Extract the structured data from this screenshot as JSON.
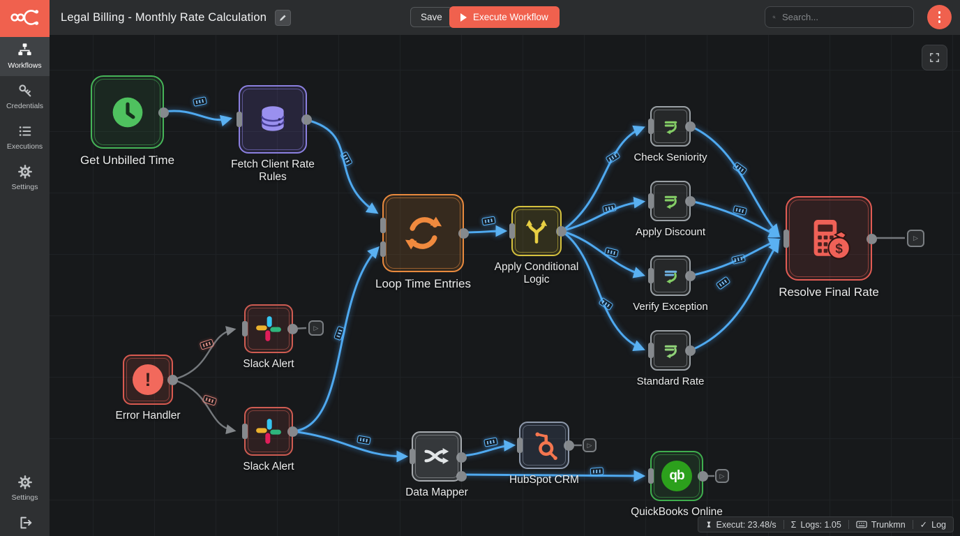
{
  "topbar": {
    "title": "Legal Billing - Monthly Rate Calculation",
    "save_label": "Save",
    "execute_label": "Execute Workflow",
    "search_placeholder": "Search...",
    "icons": [
      "n8n-logo",
      "pencil-icon",
      "play-icon",
      "search-icon",
      "kebab-menu-icon"
    ],
    "accent_color": "#f0614e"
  },
  "sidebar": {
    "items": [
      {
        "label": "Workflows",
        "icon": "workflow-icon",
        "active": true
      },
      {
        "label": "Credentials",
        "icon": "key-icon",
        "active": false
      },
      {
        "label": "Executions",
        "icon": "list-icon",
        "active": false
      },
      {
        "label": "Settings",
        "icon": "gear-icon",
        "active": false
      }
    ],
    "bottom": {
      "settings_label": "Settings",
      "settings_icon": "gear-icon",
      "logout_icon": "logout-icon"
    }
  },
  "canvas": {
    "fit_view_icon": "fit-view-icon",
    "nodes": [
      {
        "name": "get-unbilled-time",
        "label": "Get Unbilled Time",
        "icon": "clock-icon",
        "accent": "#46b558"
      },
      {
        "name": "fetch-client-rate-rules",
        "label": "Fetch Client Rate Rules",
        "icon": "database-icon",
        "accent": "#8b80e0"
      },
      {
        "name": "loop-time-entries",
        "label": "Loop Time Entries",
        "icon": "loop-icon",
        "accent": "#e98a3e"
      },
      {
        "name": "apply-conditional-logic",
        "label": "Apply Conditional Logic",
        "icon": "branch-icon",
        "accent": "#d6c23e"
      },
      {
        "name": "check-seniority",
        "label": "Check Seniority",
        "icon": "function-icon",
        "accent": "#9aa0a5"
      },
      {
        "name": "apply-discount",
        "label": "Apply Discount",
        "icon": "function-icon",
        "accent": "#9aa0a5"
      },
      {
        "name": "verify-exception",
        "label": "Verify Exception",
        "icon": "function-icon",
        "accent": "#9aa0a5"
      },
      {
        "name": "standard-rate",
        "label": "Standard Rate",
        "icon": "function-icon",
        "accent": "#9aa0a5"
      },
      {
        "name": "resolve-final-rate",
        "label": "Resolve Final Rate",
        "icon": "calculator-money-icon",
        "accent": "#e25c54"
      },
      {
        "name": "error-handler",
        "label": "Error Handler",
        "icon": "error-icon",
        "accent": "#d95a50"
      },
      {
        "name": "slack-alert-1",
        "label": "Slack Alert",
        "icon": "slack-icon",
        "accent": "#cf5c52"
      },
      {
        "name": "slack-alert-2",
        "label": "Slack Alert",
        "icon": "slack-icon",
        "accent": "#cf5c52"
      },
      {
        "name": "data-mapper",
        "label": "Data Mapper",
        "icon": "shuffle-icon",
        "accent": "#a7abaf"
      },
      {
        "name": "hubspot-crm",
        "label": "HubSpot CRM",
        "icon": "hubspot-icon",
        "accent": "#8e99ab"
      },
      {
        "name": "quickbooks-online",
        "label": "QuickBooks Online",
        "icon": "quickbooks-icon",
        "accent": "#3fae4e"
      }
    ],
    "edges": [
      {
        "from": "get-unbilled-time",
        "to": "fetch-client-rate-rules",
        "type": "data"
      },
      {
        "from": "fetch-client-rate-rules",
        "to": "loop-time-entries",
        "type": "data"
      },
      {
        "from": "loop-time-entries",
        "to": "apply-conditional-logic",
        "type": "data"
      },
      {
        "from": "apply-conditional-logic",
        "to": "check-seniority",
        "type": "data"
      },
      {
        "from": "apply-conditional-logic",
        "to": "apply-discount",
        "type": "data"
      },
      {
        "from": "apply-conditional-logic",
        "to": "verify-exception",
        "type": "data"
      },
      {
        "from": "apply-conditional-logic",
        "to": "standard-rate",
        "type": "data"
      },
      {
        "from": "check-seniority",
        "to": "resolve-final-rate",
        "type": "data"
      },
      {
        "from": "apply-discount",
        "to": "resolve-final-rate",
        "type": "data"
      },
      {
        "from": "verify-exception",
        "to": "resolve-final-rate",
        "type": "data"
      },
      {
        "from": "standard-rate",
        "to": "resolve-final-rate",
        "type": "data"
      },
      {
        "from": "error-handler",
        "to": "slack-alert-1",
        "type": "error"
      },
      {
        "from": "error-handler",
        "to": "slack-alert-2",
        "type": "error"
      },
      {
        "from": "slack-alert-2",
        "to": "loop-time-entries",
        "type": "data"
      },
      {
        "from": "slack-alert-2",
        "to": "data-mapper",
        "type": "data"
      },
      {
        "from": "data-mapper",
        "to": "hubspot-crm",
        "type": "data"
      },
      {
        "from": "data-mapper",
        "to": "quickbooks-online",
        "type": "data"
      }
    ],
    "edge_colors": {
      "data": "#4fa9ef",
      "error": "#75797d"
    },
    "badge_icon": "data-items-badge"
  },
  "statusbar": {
    "items": [
      {
        "icon": "hourglass-icon",
        "text": "Execut: 23.48/s"
      },
      {
        "icon": "sigma-icon",
        "sigma": "Σ",
        "text": "Logs: 1.05"
      },
      {
        "icon": "keyboard-icon",
        "text": "Trunkmn"
      },
      {
        "icon": "check-icon",
        "check": "✓",
        "text": "Log"
      }
    ]
  },
  "glyphs": {
    "endpoint_stub": "▷"
  }
}
